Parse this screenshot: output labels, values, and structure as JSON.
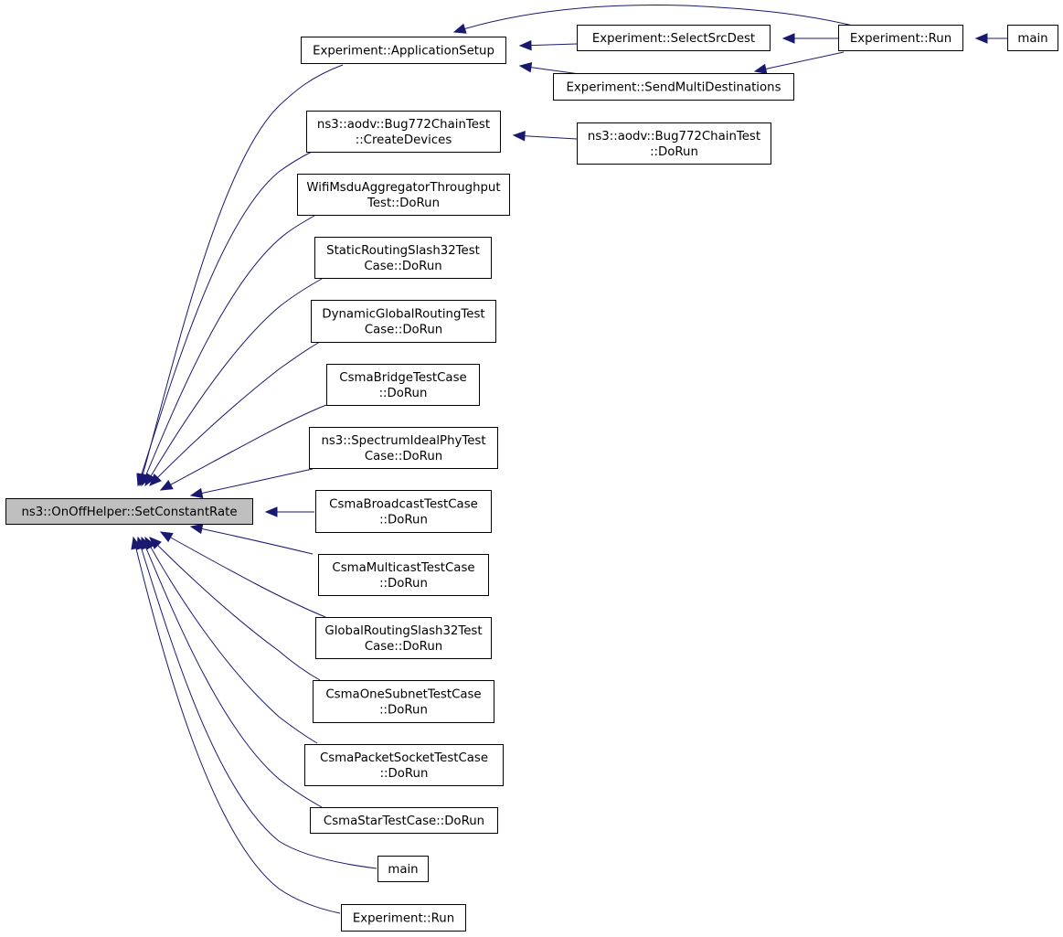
{
  "nodes": {
    "root": [
      "ns3::OnOffHelper::SetConstantRate"
    ],
    "appsetup": [
      "Experiment::ApplicationSetup"
    ],
    "selectsrc": [
      "Experiment::SelectSrcDest"
    ],
    "sendmulti": [
      "Experiment::SendMultiDestinations"
    ],
    "exprun_top": [
      "Experiment::Run"
    ],
    "main_top": [
      "main"
    ],
    "createdev": [
      "ns3::aodv::Bug772ChainTest",
      "::CreateDevices"
    ],
    "bug772run": [
      "ns3::aodv::Bug772ChainTest",
      "::DoRun"
    ],
    "wifimsdu": [
      "WifiMsduAggregatorThroughput",
      "Test::DoRun"
    ],
    "staticrouting": [
      "StaticRoutingSlash32Test",
      "Case::DoRun"
    ],
    "dynglobal": [
      "DynamicGlobalRoutingTest",
      "Case::DoRun"
    ],
    "csmabridge": [
      "CsmaBridgeTestCase",
      "::DoRun"
    ],
    "spectrum": [
      "ns3::SpectrumIdealPhyTest",
      "Case::DoRun"
    ],
    "csmabroadcast": [
      "CsmaBroadcastTestCase",
      "::DoRun"
    ],
    "csmamulticast": [
      "CsmaMulticastTestCase",
      "::DoRun"
    ],
    "globalrouting": [
      "GlobalRoutingSlash32Test",
      "Case::DoRun"
    ],
    "csmaonesubnet": [
      "CsmaOneSubnetTestCase",
      "::DoRun"
    ],
    "csmapacket": [
      "CsmaPacketSocketTestCase",
      "::DoRun"
    ],
    "csmastar": [
      "CsmaStarTestCase::DoRun"
    ],
    "main_bottom": [
      "main"
    ],
    "exprun_bottom": [
      "Experiment::Run"
    ]
  },
  "edges": [
    {
      "from": "appsetup",
      "to": "root"
    },
    {
      "from": "createdev",
      "to": "root"
    },
    {
      "from": "wifimsdu",
      "to": "root"
    },
    {
      "from": "staticrouting",
      "to": "root"
    },
    {
      "from": "dynglobal",
      "to": "root"
    },
    {
      "from": "csmabridge",
      "to": "root"
    },
    {
      "from": "spectrum",
      "to": "root"
    },
    {
      "from": "csmabroadcast",
      "to": "root"
    },
    {
      "from": "csmamulticast",
      "to": "root"
    },
    {
      "from": "globalrouting",
      "to": "root"
    },
    {
      "from": "csmaonesubnet",
      "to": "root"
    },
    {
      "from": "csmapacket",
      "to": "root"
    },
    {
      "from": "csmastar",
      "to": "root"
    },
    {
      "from": "main_bottom",
      "to": "root"
    },
    {
      "from": "exprun_bottom",
      "to": "root"
    },
    {
      "from": "selectsrc",
      "to": "appsetup"
    },
    {
      "from": "sendmulti",
      "to": "appsetup"
    },
    {
      "from": "exprun_top",
      "to": "appsetup"
    },
    {
      "from": "exprun_top",
      "to": "selectsrc"
    },
    {
      "from": "exprun_top",
      "to": "sendmulti"
    },
    {
      "from": "main_top",
      "to": "exprun_top"
    },
    {
      "from": "bug772run",
      "to": "createdev"
    }
  ],
  "colors": {
    "edge": "#191970",
    "root_fill": "#bfbfbf",
    "node_fill": "#ffffff",
    "node_border": "#000000"
  }
}
